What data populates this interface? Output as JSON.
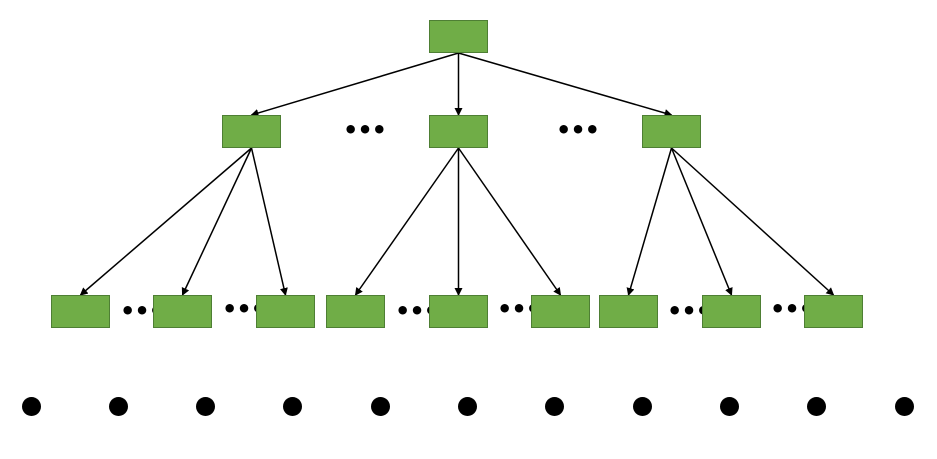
{
  "colors": {
    "node_fill": "#70ad47",
    "node_border": "#4e7f34",
    "edge": "#000000",
    "dot": "#000000"
  },
  "ellipsis_symbol": "•••",
  "tree": {
    "root": {
      "id": "root"
    },
    "level1": [
      {
        "id": "l1-left",
        "parent": "root"
      },
      {
        "id": "l1-middle",
        "parent": "root"
      },
      {
        "id": "l1-right",
        "parent": "root"
      }
    ],
    "level2": [
      {
        "id": "l2-1",
        "parent": "l1-left"
      },
      {
        "id": "l2-2",
        "parent": "l1-left"
      },
      {
        "id": "l2-3",
        "parent": "l1-left"
      },
      {
        "id": "l2-4",
        "parent": "l1-middle"
      },
      {
        "id": "l2-5",
        "parent": "l1-middle"
      },
      {
        "id": "l2-6",
        "parent": "l1-middle"
      },
      {
        "id": "l2-7",
        "parent": "l1-right"
      },
      {
        "id": "l2-8",
        "parent": "l1-right"
      },
      {
        "id": "l2-9",
        "parent": "l1-right"
      }
    ]
  },
  "continuation_dots_count": 11
}
